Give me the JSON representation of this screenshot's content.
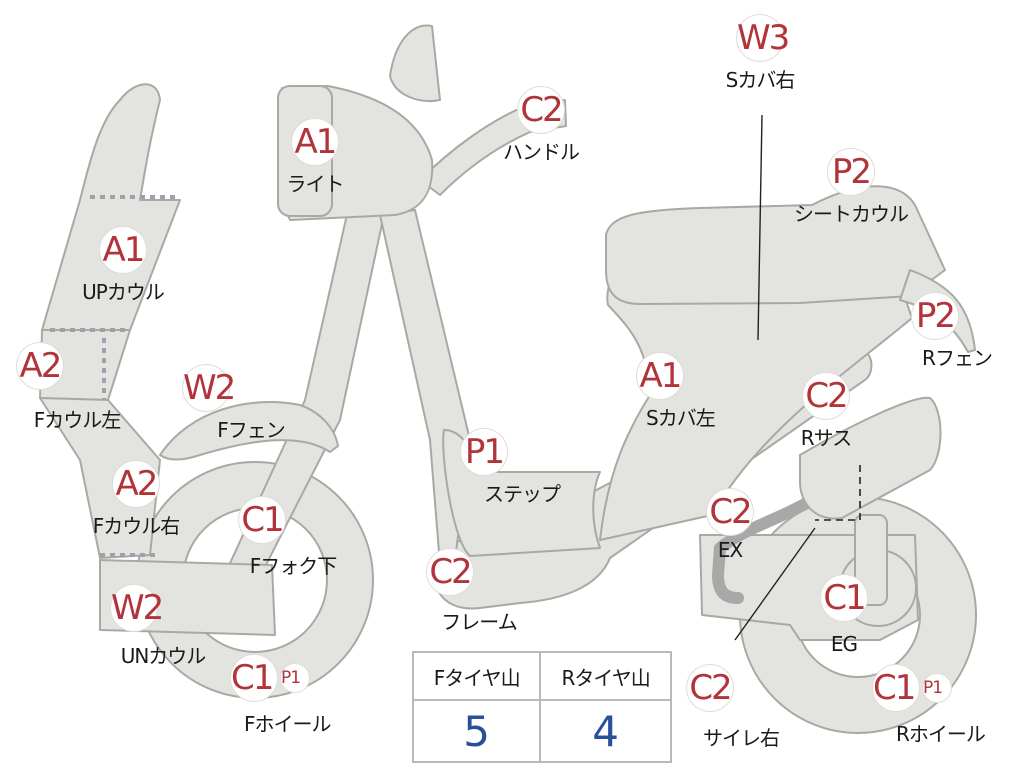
{
  "callouts": {
    "w3_s_cover_right": {
      "code": "W3",
      "label": "Sカバ右"
    },
    "a1_light": {
      "code": "A1",
      "label": "ライト"
    },
    "c2_handle": {
      "code": "C2",
      "label": "ハンドル"
    },
    "p2_seat_cowl": {
      "code": "P2",
      "label": "シートカウル"
    },
    "a1_up_cowl": {
      "code": "A1",
      "label": "UPカウル"
    },
    "p2_r_fender": {
      "code": "P2",
      "label": "Rフェン"
    },
    "a2_f_cowl_left": {
      "code": "A2",
      "label": "Fカウル左"
    },
    "w2_f_fender": {
      "code": "W2",
      "label": "Fフェン"
    },
    "a1_s_cover_left": {
      "code": "A1",
      "label": "Sカバ左"
    },
    "c2_r_suspension": {
      "code": "C2",
      "label": "Rサス"
    },
    "p1_step": {
      "code": "P1",
      "label": "ステップ"
    },
    "a2_f_cowl_right": {
      "code": "A2",
      "label": "Fカウル右"
    },
    "c1_f_fork_lower": {
      "code": "C1",
      "label": "Fフォク下"
    },
    "c2_ex": {
      "code": "C2",
      "label": "EX"
    },
    "c2_frame": {
      "code": "C2",
      "label": "フレーム"
    },
    "w2_un_cowl": {
      "code": "W2",
      "label": "UNカウル"
    },
    "c1_eg": {
      "code": "C1",
      "label": "EG"
    },
    "c1_f_wheel": {
      "code": "C1",
      "extra": "P1",
      "label": "Fホイール"
    },
    "c2_silencer_right": {
      "code": "C2",
      "label": "サイレ右"
    },
    "c1_r_wheel": {
      "code": "C1",
      "extra": "P1",
      "label": "Rホイール"
    }
  },
  "tread_table": {
    "front_header": "Fタイヤ山",
    "rear_header": "Rタイヤ山",
    "front_value": "5",
    "rear_value": "4"
  },
  "colors": {
    "part_fill": "#e3e3df",
    "part_stroke": "#a9a9a4",
    "code_text": "#b0343a",
    "table_value": "#2a4f9c"
  }
}
